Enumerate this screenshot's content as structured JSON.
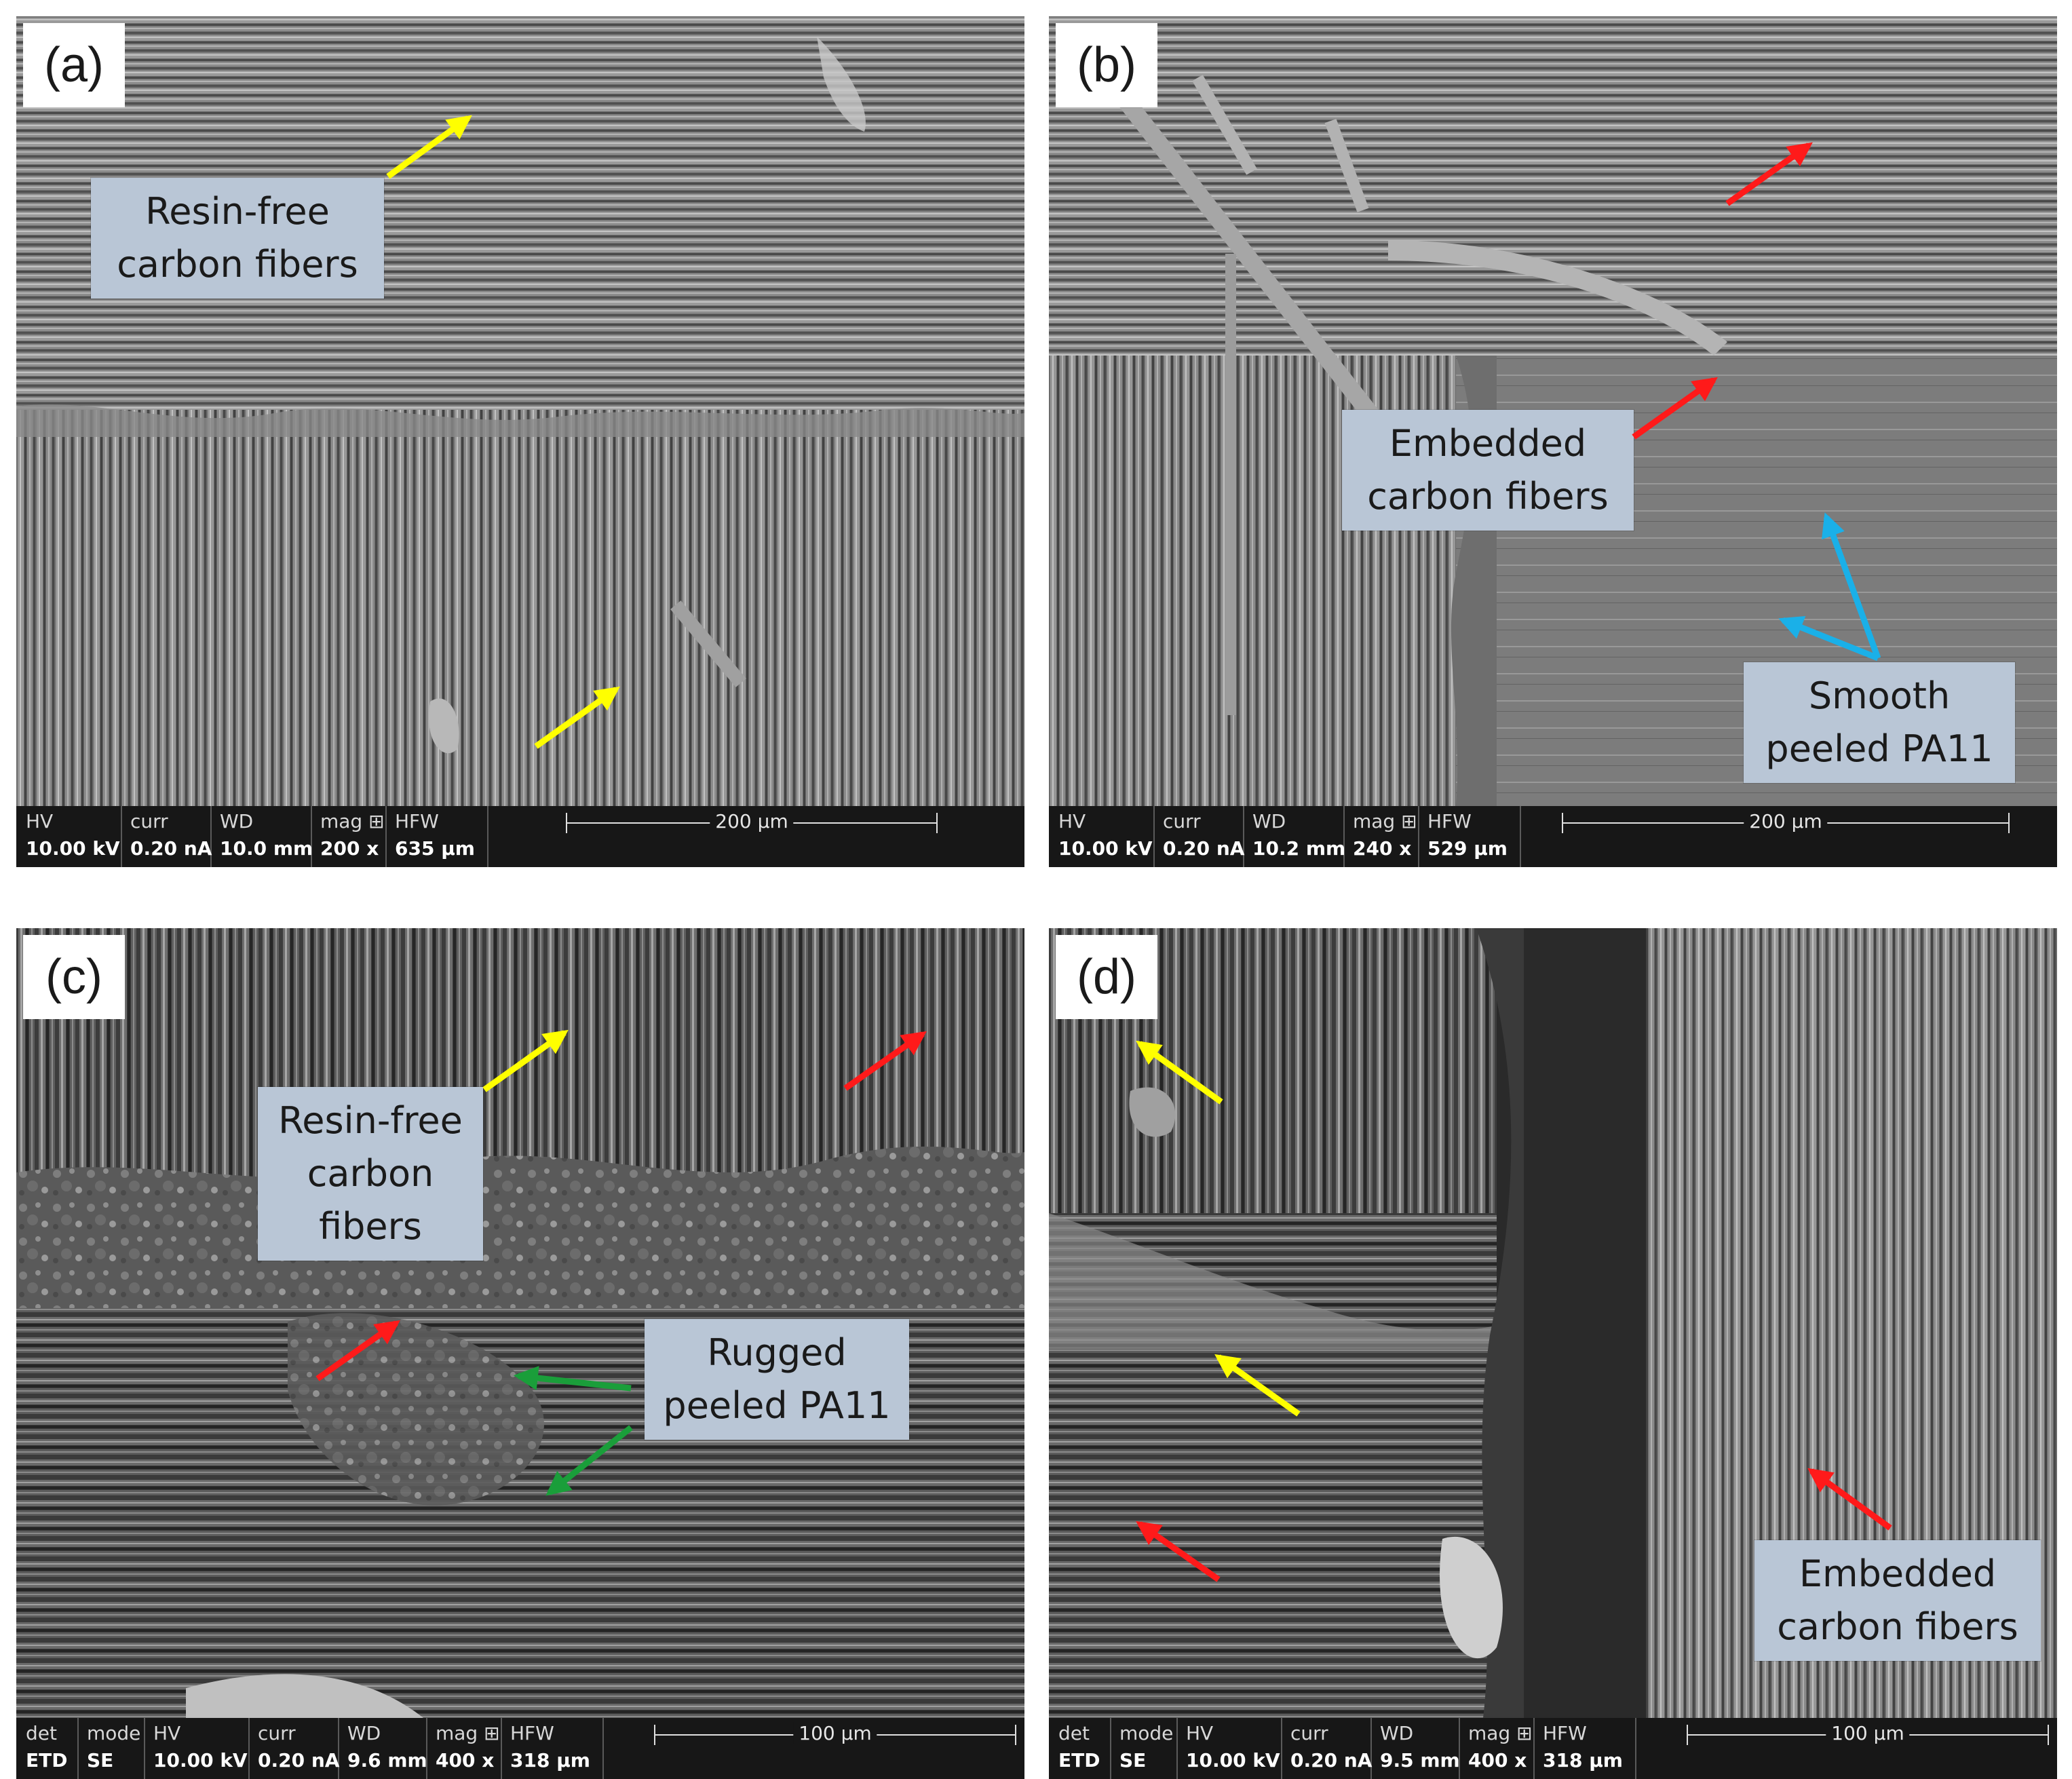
{
  "colors": {
    "yellow_arrow": "#ffff00",
    "red_arrow": "#ff1a1a",
    "blue_arrow": "#1ab0e8",
    "green_arrow": "#1a9e3a",
    "callout_bg": "#b9c6d6",
    "infobar_bg": "#171717"
  },
  "panels": {
    "a": {
      "tag": "(a)",
      "callouts": [
        {
          "line1": "Resin-free",
          "line2": "carbon fibers"
        }
      ],
      "info": {
        "hv_label": "HV",
        "hv": "10.00 kV",
        "curr_label": "curr",
        "curr": "0.20 nA",
        "wd_label": "WD",
        "wd": "10.0 mm",
        "mag_label": "mag ⊞",
        "mag": "200 x",
        "hfw_label": "HFW",
        "hfw": "635 µm",
        "scale": "200 µm"
      }
    },
    "b": {
      "tag": "(b)",
      "callouts": [
        {
          "line1": "Embedded",
          "line2": "carbon fibers"
        },
        {
          "line1": "Smooth",
          "line2": "peeled PA11"
        }
      ],
      "info": {
        "hv_label": "HV",
        "hv": "10.00 kV",
        "curr_label": "curr",
        "curr": "0.20 nA",
        "wd_label": "WD",
        "wd": "10.2 mm",
        "mag_label": "mag ⊞",
        "mag": "240 x",
        "hfw_label": "HFW",
        "hfw": "529 µm",
        "scale": "200 µm"
      }
    },
    "c": {
      "tag": "(c)",
      "callouts": [
        {
          "line1": "Resin-free",
          "line2": "carbon",
          "line3": "fibers"
        },
        {
          "line1": "Rugged",
          "line2": "peeled PA11"
        }
      ],
      "info": {
        "det_label": "det",
        "det": "ETD",
        "mode_label": "mode",
        "mode": "SE",
        "hv_label": "HV",
        "hv": "10.00 kV",
        "curr_label": "curr",
        "curr": "0.20 nA",
        "wd_label": "WD",
        "wd": "9.6 mm",
        "mag_label": "mag ⊞",
        "mag": "400 x",
        "hfw_label": "HFW",
        "hfw": "318 µm",
        "scale": "100 µm"
      }
    },
    "d": {
      "tag": "(d)",
      "callouts": [
        {
          "line1": "Embedded",
          "line2": "carbon fibers"
        }
      ],
      "info": {
        "det_label": "det",
        "det": "ETD",
        "mode_label": "mode",
        "mode": "SE",
        "hv_label": "HV",
        "hv": "10.00 kV",
        "curr_label": "curr",
        "curr": "0.20 nA",
        "wd_label": "WD",
        "wd": "9.5 mm",
        "mag_label": "mag ⊞",
        "mag": "400 x",
        "hfw_label": "HFW",
        "hfw": "318 µm",
        "scale": "100 µm"
      }
    }
  }
}
